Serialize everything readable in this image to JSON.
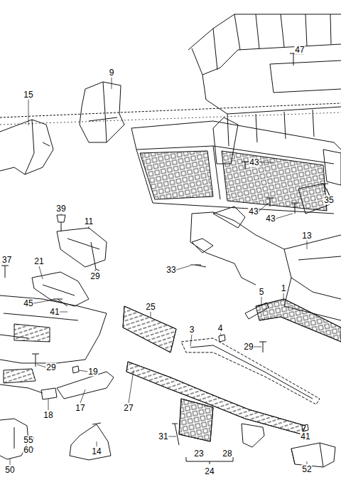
{
  "diagram": {
    "labels": [
      "47",
      "9",
      "15",
      "43",
      "35",
      "43",
      "43",
      "39",
      "11",
      "13",
      "29",
      "37",
      "21",
      "33",
      "45",
      "41",
      "25",
      "5",
      "1",
      "3",
      "4",
      "29",
      "29",
      "19",
      "27",
      "17",
      "18",
      "31",
      "41",
      "14",
      "55",
      "60",
      "23",
      "28",
      "24",
      "50",
      "52"
    ]
  }
}
